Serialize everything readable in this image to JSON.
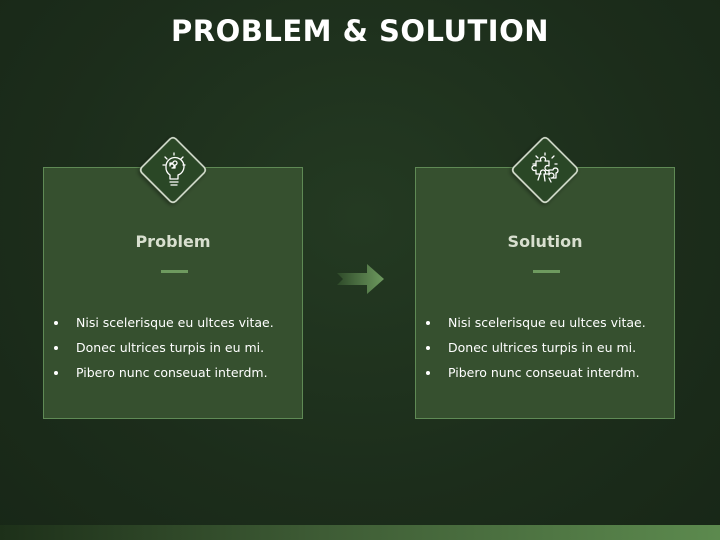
{
  "slide": {
    "title": "PROBLEM & SOLUTION"
  },
  "cards": [
    {
      "title": "Problem",
      "icon": "lightbulb-puzzle-icon",
      "bullets": [
        "Nisi scelerisque eu ultces vitae.",
        "Donec ultrices turpis in eu mi.",
        "Pibero nunc conseuat interdm."
      ]
    },
    {
      "title": "Solution",
      "icon": "puzzle-pieces-icon",
      "bullets": [
        "Nisi scelerisque eu ultces vitae.",
        "Donec ultrices turpis in eu mi.",
        "Pibero nunc conseuat interdm."
      ]
    }
  ],
  "colors": {
    "background": "#1c2d1b",
    "card": "#36502f",
    "card_border": "#5f8a55",
    "accent": "#6e9a5f",
    "title_text": "#ffffff"
  }
}
